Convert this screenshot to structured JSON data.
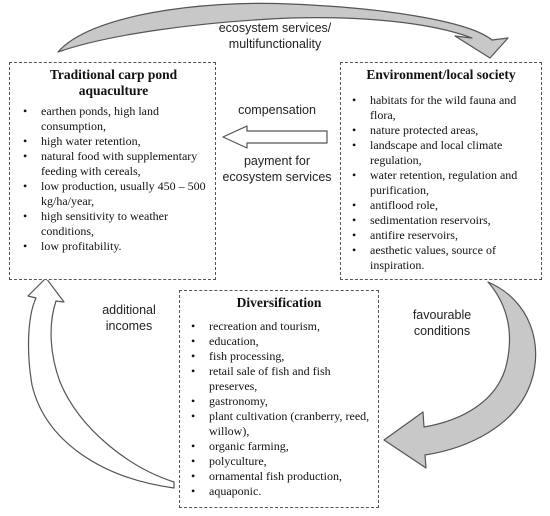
{
  "labels": {
    "ecosystem_services": "ecosystem services/ multifunctionality",
    "compensation": "compensation",
    "payment": "payment for ecosystem services",
    "additional_incomes": "additional incomes",
    "favourable_conditions": "favourable conditions"
  },
  "traditional": {
    "title": "Traditional carp pond aquaculture",
    "items": [
      "earthen ponds, high land consumption,",
      "high water retention,",
      "natural food with supplementary feeding with cereals,",
      "low production, usually 450 – 500 kg/ha/year,",
      "high sensitivity to weather conditions,",
      "low profitability."
    ]
  },
  "environment": {
    "title": "Environment/local society",
    "items": [
      "habitats for the wild fauna and flora,",
      "nature protected areas,",
      "landscape and local climate regulation,",
      "water retention, regulation and purification,",
      "antiflood role,",
      "sedimentation reservoirs,",
      "antifire reservoirs,",
      "aesthetic values, source of inspiration."
    ]
  },
  "diversification": {
    "title": "Diversification",
    "items": [
      "recreation and tourism,",
      "education,",
      "fish processing,",
      "retail sale of fish and fish preserves,",
      "gastronomy,",
      "plant cultivation (cranberry, reed, willow),",
      "organic farming,",
      "polyculture,",
      "ornamental fish production,",
      "aquaponic."
    ]
  },
  "colors": {
    "arrow_fill": "#c8c8c8",
    "arrow_stroke": "#555555",
    "box_border": "#555555"
  }
}
